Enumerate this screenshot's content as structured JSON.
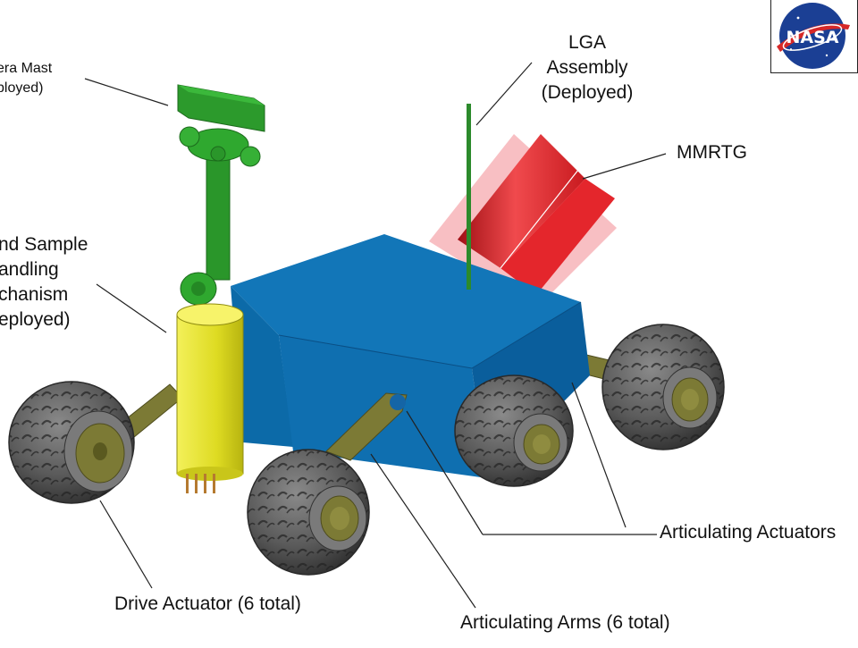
{
  "labels": {
    "camera_mast": [
      "era Mast",
      "ployed)"
    ],
    "lga": [
      "LGA",
      "Assembly",
      "(Deployed)"
    ],
    "mmrtg": "MMRTG",
    "sample": [
      "nd Sample",
      "andling",
      "chanism",
      "eployed)"
    ],
    "drive": "Drive Actuator (6 total)",
    "actuators": "Articulating Actuators",
    "arms": "Articulating Arms (6 total)"
  },
  "logo": {
    "text": "NASA"
  },
  "colors": {
    "body_blue": "#0f6fb0",
    "mast_green": "#2c9a2c",
    "sampler_yellow": "#e6e32a",
    "mmrtg_red": "#e8282d",
    "arm_olive": "#7c7a35",
    "tire_gray": "#555555"
  }
}
